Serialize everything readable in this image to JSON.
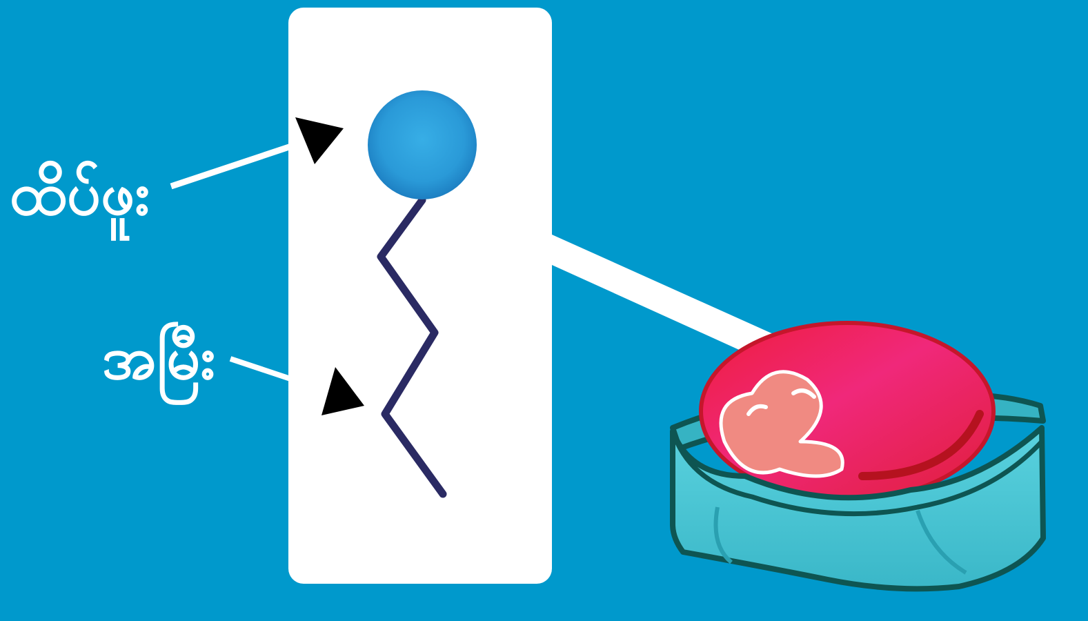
{
  "labels": {
    "head": "ထိပ်ဖူး",
    "tail": "အမြီး"
  },
  "colors": {
    "background": "#0099cc",
    "panel": "#ffffff",
    "head_circle": "#2a9ad8",
    "tail_line": "#2a2a63",
    "arrow": "#000000",
    "cell_dome": "#e9204f",
    "cell_tray": "#48c7d6",
    "cell_outline": "#0e5552"
  },
  "icons": {
    "head": "circle-icon",
    "tail": "zigzag-icon",
    "cell": "cell-illustration"
  }
}
